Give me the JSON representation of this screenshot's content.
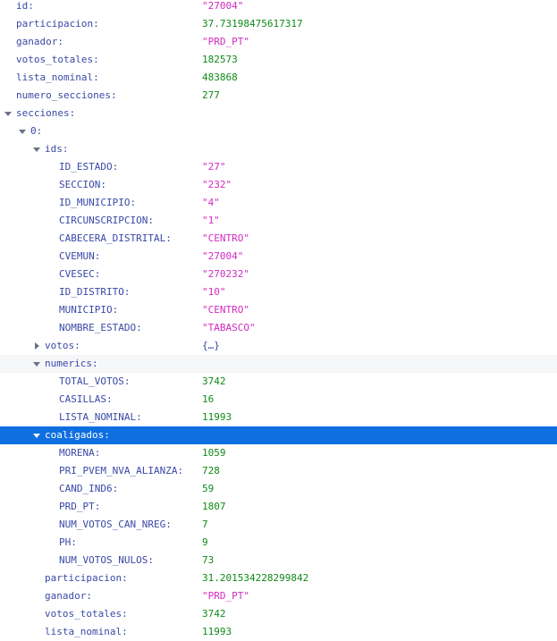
{
  "tree": {
    "top": [
      {
        "key": "id:",
        "value": "\"27004\"",
        "type": "str"
      },
      {
        "key": "participacion:",
        "value": "37.73198475617317",
        "type": "num"
      },
      {
        "key": "ganador:",
        "value": "\"PRD_PT\"",
        "type": "str"
      },
      {
        "key": "votos_totales:",
        "value": "182573",
        "type": "num"
      },
      {
        "key": "lista_nominal:",
        "value": "483868",
        "type": "num"
      },
      {
        "key": "numero_secciones:",
        "value": "277",
        "type": "num"
      }
    ],
    "secciones_key": "secciones:",
    "item0_key": "0:",
    "ids_key": "ids:",
    "ids": [
      {
        "key": "ID_ESTADO:",
        "value": "\"27\""
      },
      {
        "key": "SECCION:",
        "value": "\"232\""
      },
      {
        "key": "ID_MUNICIPIO:",
        "value": "\"4\""
      },
      {
        "key": "CIRCUNSCRIPCION:",
        "value": "\"1\""
      },
      {
        "key": "CABECERA_DISTRITAL:",
        "value": "\"CENTRO\""
      },
      {
        "key": "CVEMUN:",
        "value": "\"27004\""
      },
      {
        "key": "CVESEC:",
        "value": "\"270232\""
      },
      {
        "key": "ID_DISTRITO:",
        "value": "\"10\""
      },
      {
        "key": "MUNICIPIO:",
        "value": "\"CENTRO\""
      },
      {
        "key": "NOMBRE_ESTADO:",
        "value": "\"TABASCO\""
      }
    ],
    "votos_key": "votos:",
    "votos_value": "{…}",
    "numerics_key": "numerics:",
    "numerics": [
      {
        "key": "TOTAL_VOTOS:",
        "value": "3742"
      },
      {
        "key": "CASILLAS:",
        "value": "16"
      },
      {
        "key": "LISTA_NOMINAL:",
        "value": "11993"
      }
    ],
    "coaligados_key": "coaligados:",
    "coaligados": [
      {
        "key": "MORENA:",
        "value": "1059"
      },
      {
        "key": "PRI_PVEM_NVA_ALIANZA:",
        "value": "728"
      },
      {
        "key": "CAND_IND6:",
        "value": "59"
      },
      {
        "key": "PRD_PT:",
        "value": "1807"
      },
      {
        "key": "NUM_VOTOS_CAN_NREG:",
        "value": "7"
      },
      {
        "key": "PH:",
        "value": "9"
      },
      {
        "key": "NUM_VOTOS_NULOS:",
        "value": "73"
      }
    ],
    "item0_tail": [
      {
        "key": "participacion:",
        "value": "31.201534228299842",
        "type": "num"
      },
      {
        "key": "ganador:",
        "value": "\"PRD_PT\"",
        "type": "str"
      },
      {
        "key": "votos_totales:",
        "value": "3742",
        "type": "num"
      },
      {
        "key": "lista_nominal:",
        "value": "11993",
        "type": "num"
      }
    ]
  },
  "colors": {
    "key": "#3a49a6",
    "string": "#d12ac0",
    "number": "#0e8a16",
    "selected_bg": "#0f6fe0",
    "alt_bg": "#f5f7f9"
  }
}
